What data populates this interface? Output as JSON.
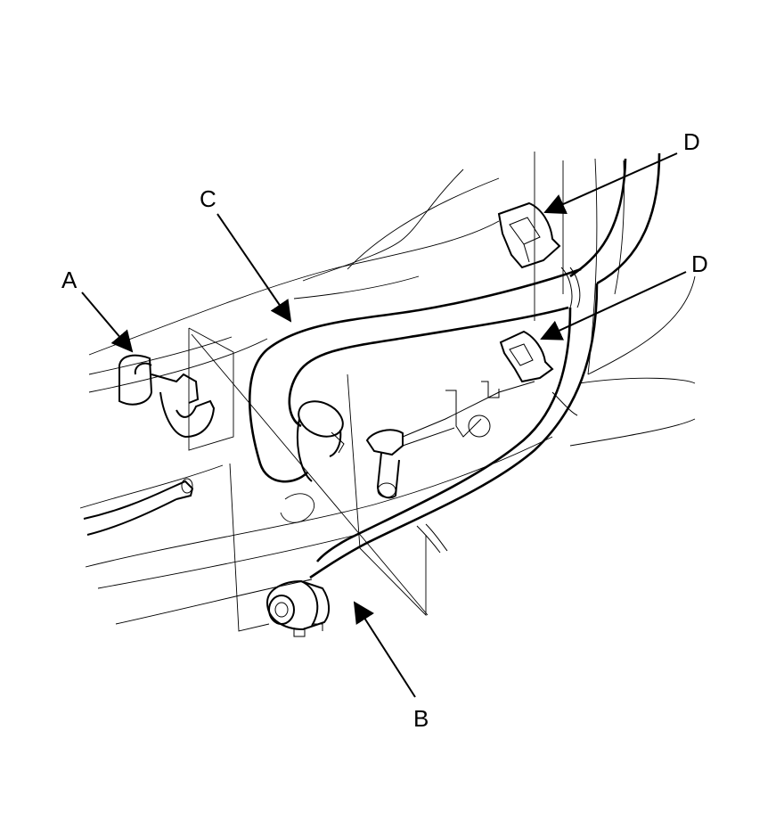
{
  "labels": {
    "a": "A",
    "b": "B",
    "c": "C",
    "d_upper": "D",
    "d_lower": "D"
  }
}
